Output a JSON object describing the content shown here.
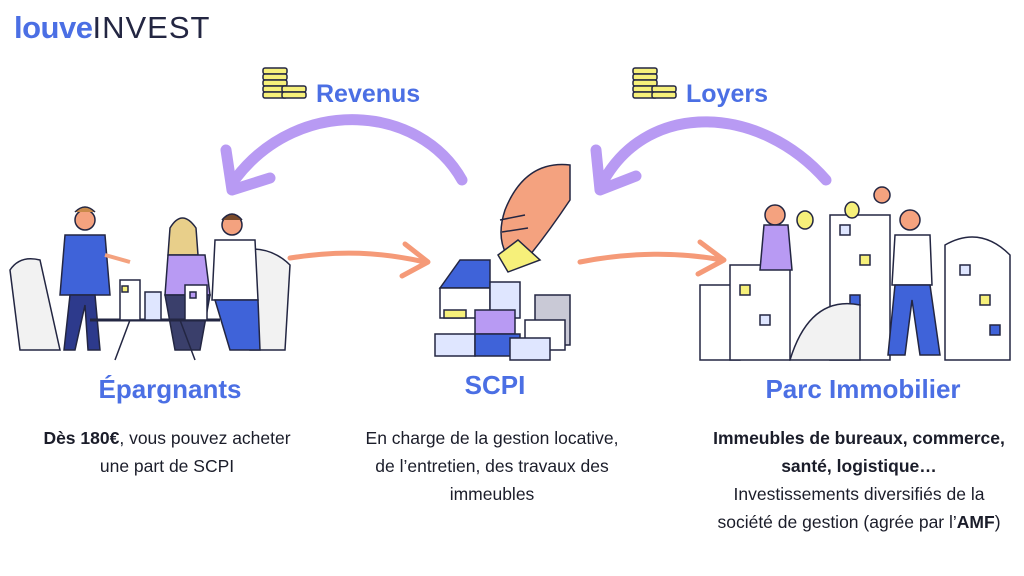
{
  "logo": {
    "part1": "louve",
    "part2": "INVEST"
  },
  "flows": {
    "left": "Revenus",
    "right": "Loyers"
  },
  "columns": {
    "left": {
      "title": "Épargnants",
      "text_bold": "Dès 180€",
      "text_rest": ", vous pouvez acheter une part de SCPI"
    },
    "center": {
      "title": "SCPI",
      "text": "En charge de la gestion locative, de l’entretien, des travaux des immeubles"
    },
    "right": {
      "title": "Parc Immobilier",
      "text_bold": "Immeubles de bureaux, commerce, santé, logistique…",
      "text_rest": "Investissements diversifiés de la société de gestion (agrée par l’",
      "text_bold2": "AMF",
      "text_end": ")"
    }
  },
  "colors": {
    "blue": "#4b6fe4",
    "purple": "#b89af3",
    "salmon": "#f59a78",
    "yellow": "#f6f07a",
    "skin": "#f4a27f"
  }
}
